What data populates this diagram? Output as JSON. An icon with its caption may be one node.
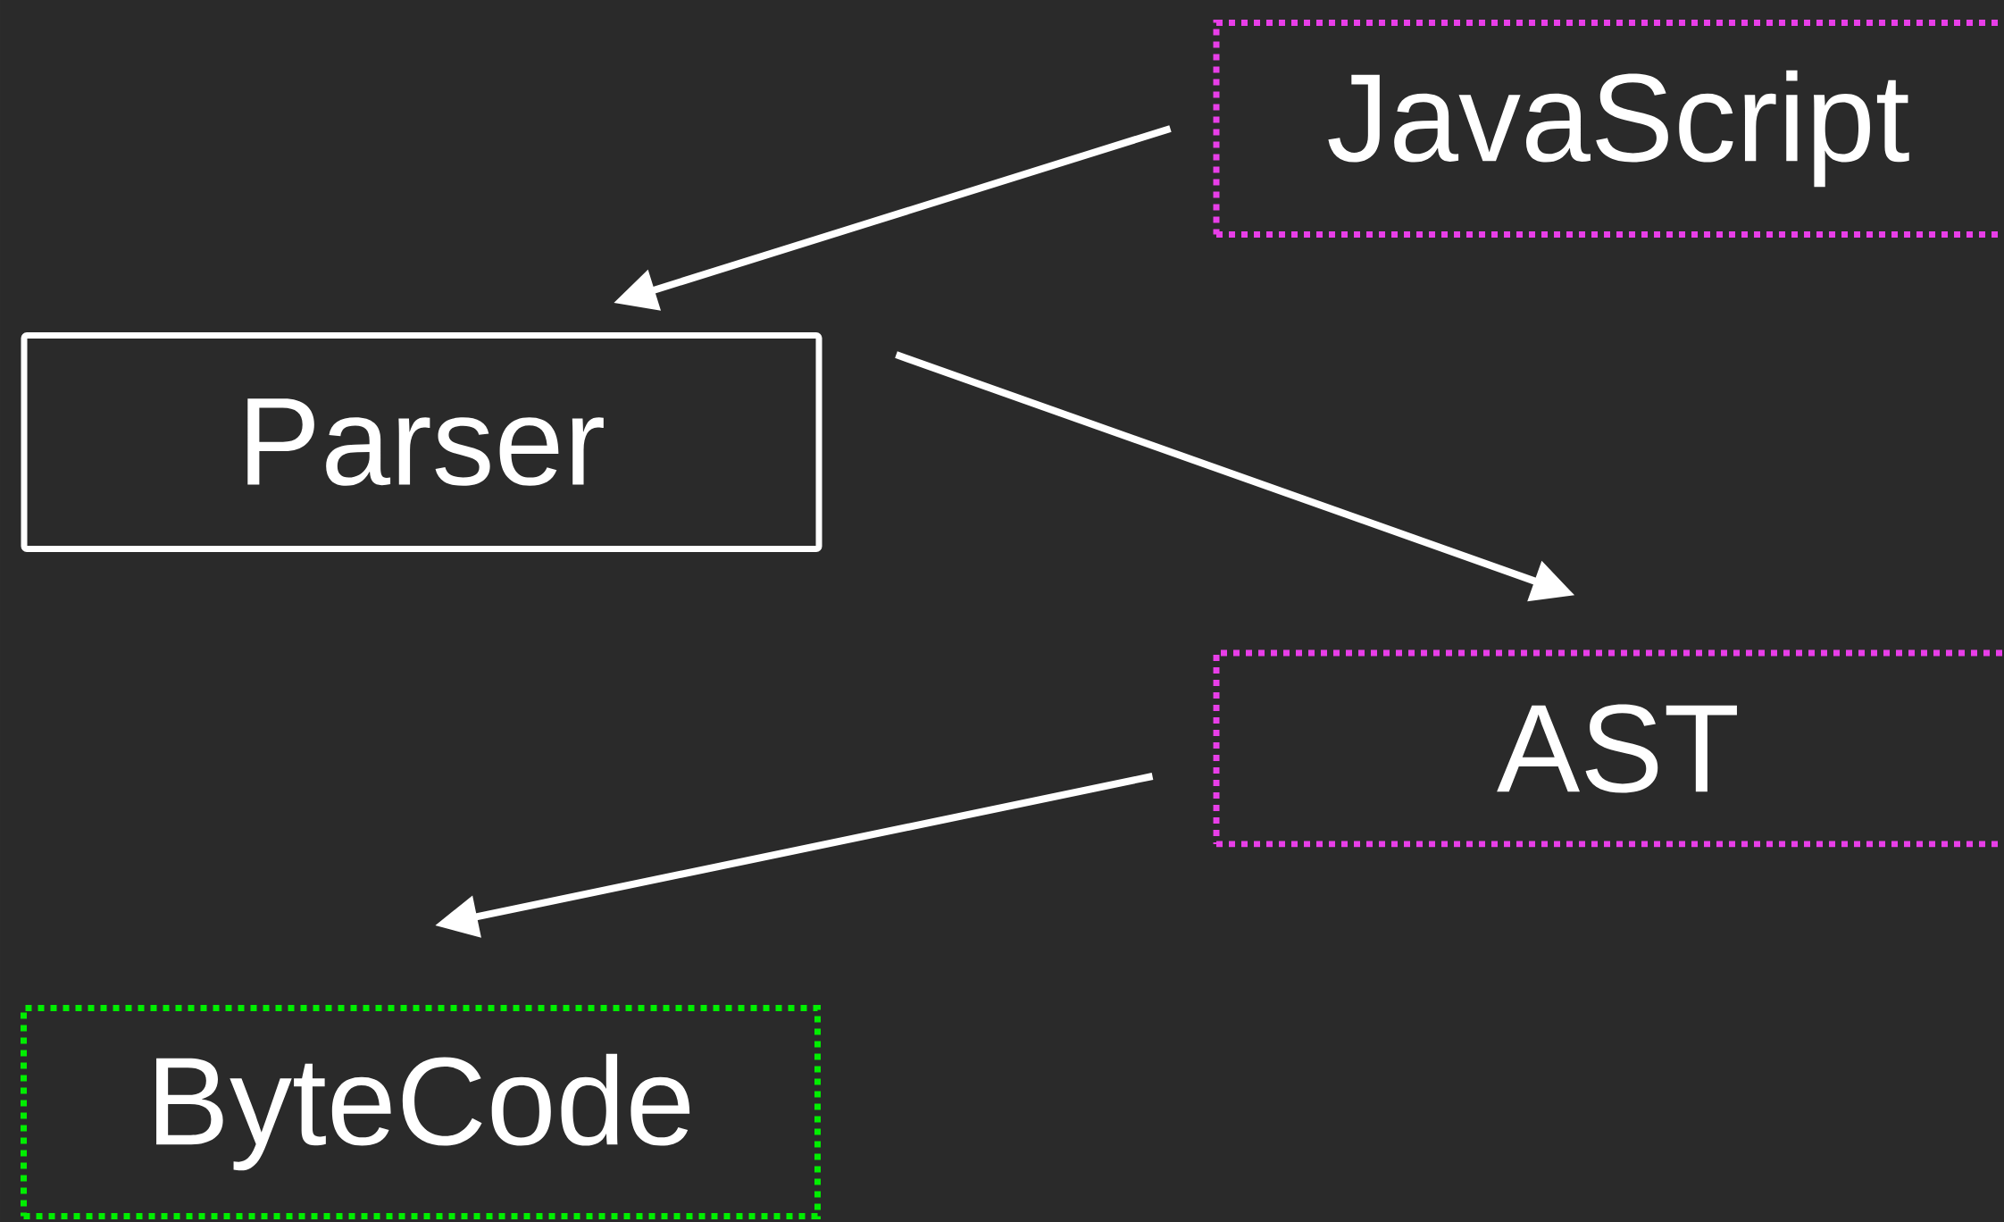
{
  "diagram": {
    "nodes": [
      {
        "text": [
          "JavaScript"
        ]
      },
      {
        "text": [
          "Parser"
        ]
      },
      {
        "text": [
          "AST"
        ]
      },
      {
        "text": [
          "ByteCode"
        ]
      }
    ],
    "edges": [
      {
        "from": 0,
        "to": 1,
        "arrow": "to"
      },
      {
        "from": 1,
        "to": 2,
        "arrow": "to"
      },
      {
        "from": 2,
        "to": 3,
        "arrow": "to"
      }
    ]
  }
}
